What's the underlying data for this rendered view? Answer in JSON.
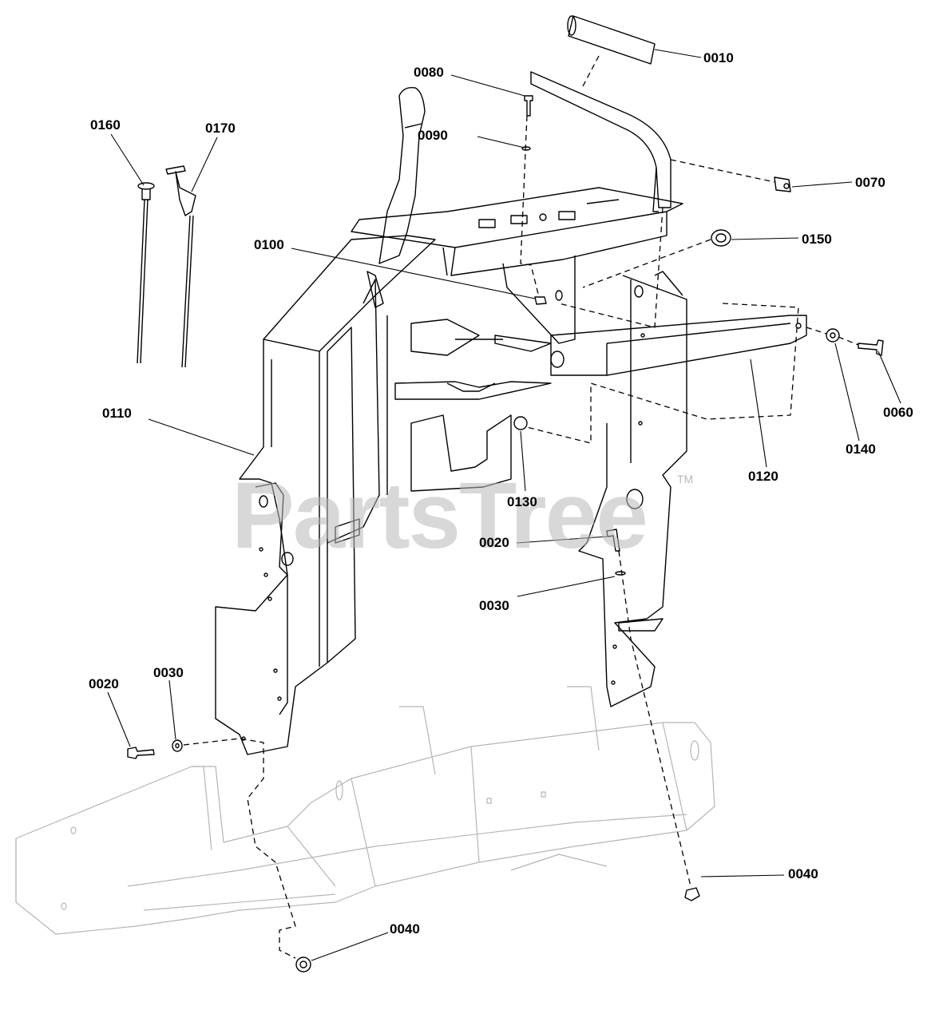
{
  "watermark": "PartsTree",
  "watermark_tm": "TM",
  "callouts": [
    {
      "id": "c0010",
      "text": "0010"
    },
    {
      "id": "c0080",
      "text": "0080"
    },
    {
      "id": "c0090",
      "text": "0090"
    },
    {
      "id": "c0160",
      "text": "0160"
    },
    {
      "id": "c0170",
      "text": "0170"
    },
    {
      "id": "c0070",
      "text": "0070"
    },
    {
      "id": "c0150",
      "text": "0150"
    },
    {
      "id": "c0100",
      "text": "0100"
    },
    {
      "id": "c0110",
      "text": "0110"
    },
    {
      "id": "c0060",
      "text": "0060"
    },
    {
      "id": "c0140",
      "text": "0140"
    },
    {
      "id": "c0120",
      "text": "0120"
    },
    {
      "id": "c0130",
      "text": "0130"
    },
    {
      "id": "c0020a",
      "text": "0020"
    },
    {
      "id": "c0030a",
      "text": "0030"
    },
    {
      "id": "c0020b",
      "text": "0020"
    },
    {
      "id": "c0030b",
      "text": "0030"
    },
    {
      "id": "c0040a",
      "text": "0040"
    },
    {
      "id": "c0040b",
      "text": "0040"
    }
  ]
}
